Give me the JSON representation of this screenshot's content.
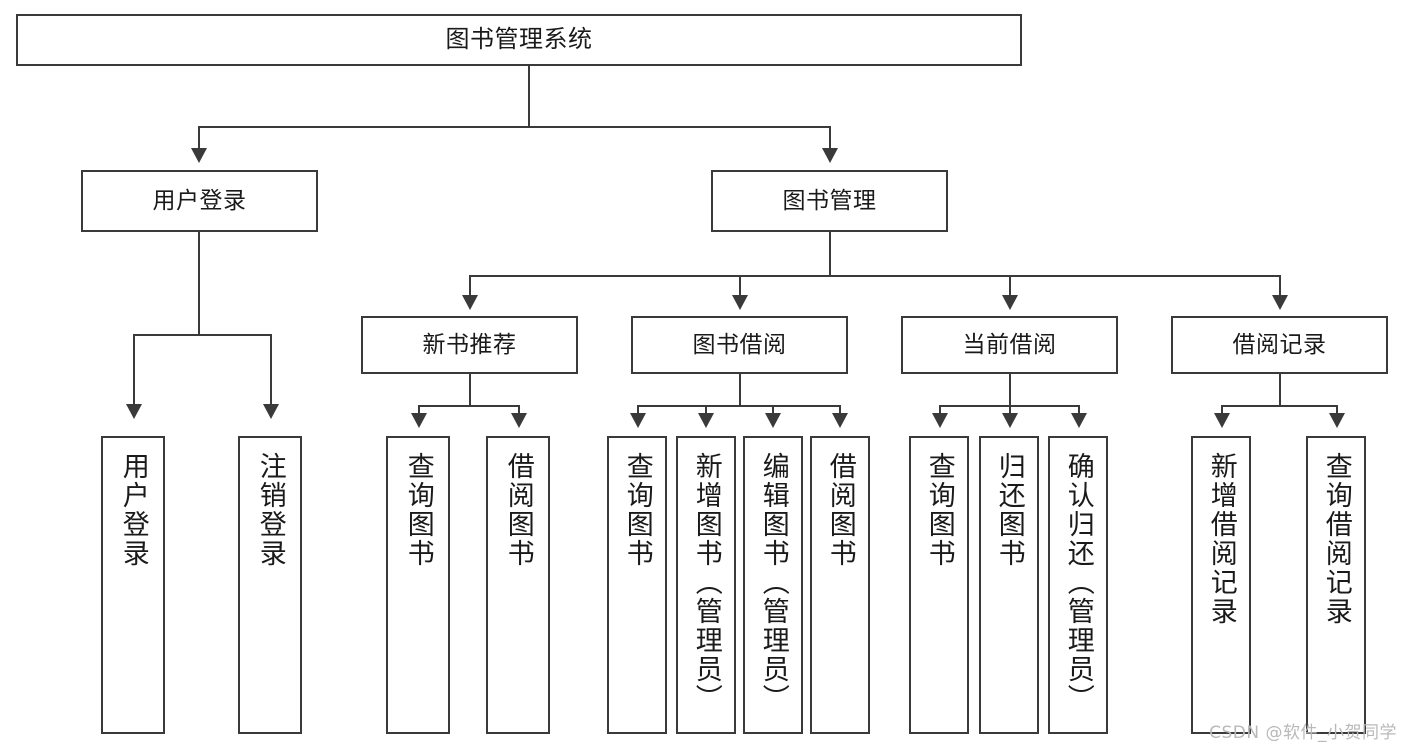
{
  "diagram": {
    "title": "图书管理系统",
    "type": "tree",
    "watermark": "CSDN @软件_小贺同学",
    "levels": {
      "root": {
        "label": "图书管理系统"
      },
      "level2": [
        {
          "label": "用户登录"
        },
        {
          "label": "图书管理"
        }
      ],
      "level3": [
        {
          "label": "新书推荐"
        },
        {
          "label": "图书借阅"
        },
        {
          "label": "当前借阅"
        },
        {
          "label": "借阅记录"
        }
      ],
      "leaves": {
        "user_login": [
          {
            "label": "用户登录"
          },
          {
            "label": "注销登录"
          }
        ],
        "new_book": [
          {
            "label": "查询图书"
          },
          {
            "label": "借阅图书"
          }
        ],
        "book_borrow": [
          {
            "label": "查询图书"
          },
          {
            "label": "新增图书（管理员）"
          },
          {
            "label": "编辑图书（管理员）"
          },
          {
            "label": "借阅图书"
          }
        ],
        "current_borrow": [
          {
            "label": "查询图书"
          },
          {
            "label": "归还图书"
          },
          {
            "label": "确认归还（管理员）"
          }
        ],
        "borrow_record": [
          {
            "label": "新增借阅记录"
          },
          {
            "label": "查询借阅记录"
          }
        ]
      }
    },
    "colors": {
      "stroke": "#3a3a3a",
      "fill": "#ffffff",
      "text": "#1a1a1a",
      "watermark": "#b9b9b9"
    }
  }
}
